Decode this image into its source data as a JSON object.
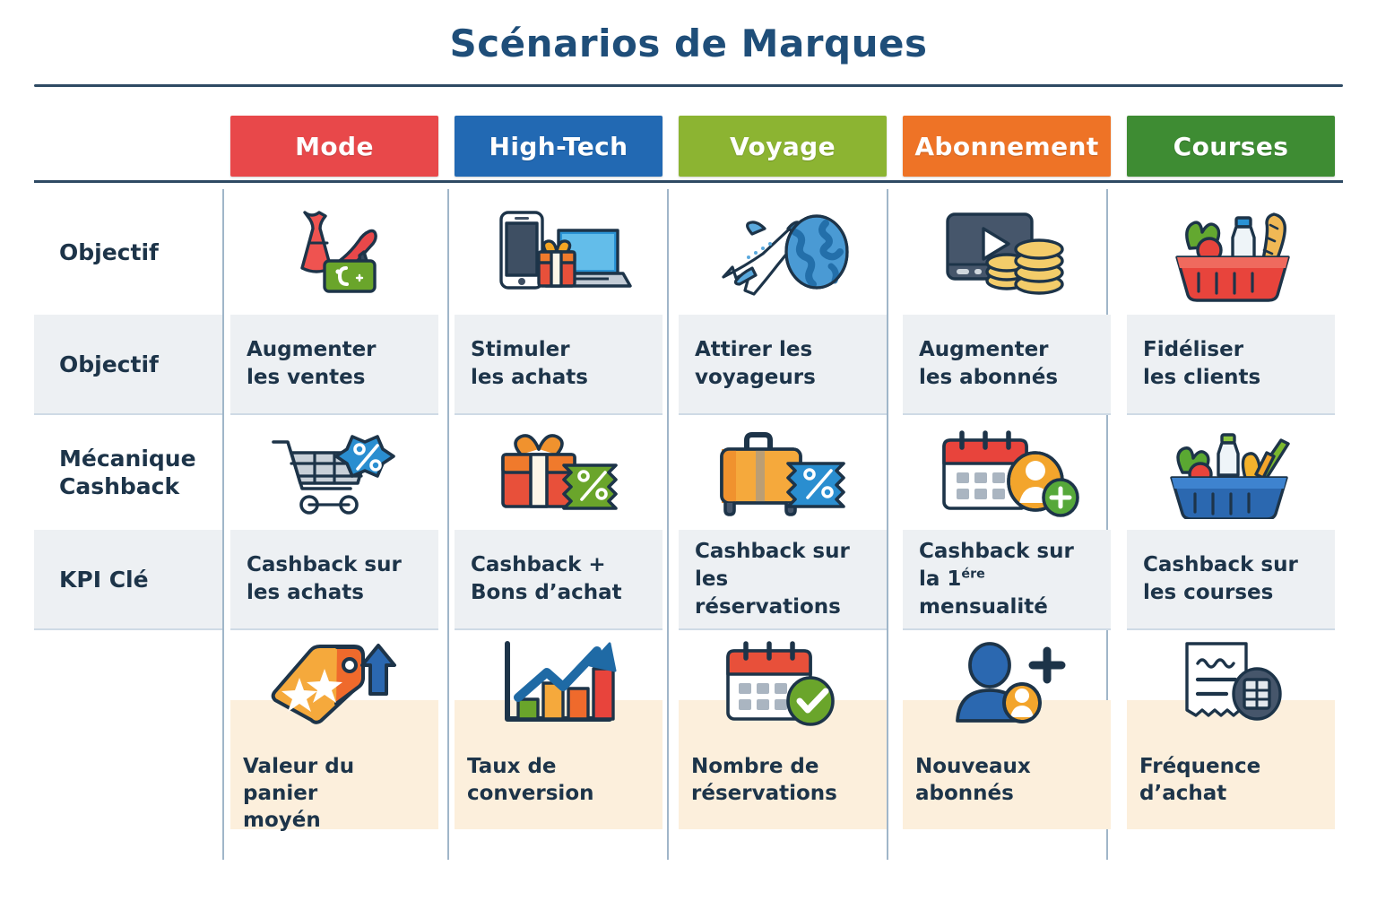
{
  "title": "Scénarios de Marques",
  "colors": {
    "title": "#1f4e79",
    "rule": "#2e4a63",
    "mode": "#E8484A",
    "high_tech": "#2269B3",
    "voyage": "#8CB432",
    "abonnement": "#EE7326",
    "courses": "#3E8C33",
    "shade": "#edf0f3",
    "cream": "#fcefdc",
    "divider": "#8fa9c0"
  },
  "columns": [
    {
      "label": "Mode",
      "color_key": "mode"
    },
    {
      "label": "High-Tech",
      "color_key": "high_tech"
    },
    {
      "label": "Voyage",
      "color_key": "voyage"
    },
    {
      "label": "Abonnement",
      "color_key": "abonnement"
    },
    {
      "label": "Courses",
      "color_key": "courses"
    }
  ],
  "rows": {
    "objectif_icons": {
      "label": "Objectif",
      "icons": [
        "dress-and-heel-icon",
        "phone-laptop-gift-icon",
        "airplane-globe-icon",
        "video-coins-icon",
        "grocery-basket-red-icon"
      ]
    },
    "objectif_text": {
      "label": "Objectif",
      "cells": [
        "Augmenter\nles ventes",
        "Stimuler\nles achats",
        "Attirer les\nvoyageurs",
        "Augmenter\nles abonnés",
        "Fidéliser\nles clients"
      ]
    },
    "mecanique_icons": {
      "label": "Mécanique\nCashback",
      "icons": [
        "cart-percent-icon",
        "gift-percent-icon",
        "suitcase-percent-icon",
        "calendar-user-plus-icon",
        "grocery-basket-blue-icon"
      ]
    },
    "kpi_text": {
      "label": "KPI Clé",
      "cells": [
        "Cashback sur\nles achats",
        "Cashback +\nBons d’achat",
        "Cashback sur\nles réservations",
        {
          "line1": "Cashback sur",
          "line2_pre": "la 1",
          "line2_sup": "ére",
          "line2_post": " mensualité"
        },
        "Cashback sur\nles courses"
      ]
    },
    "kpi_icons": {
      "label": "",
      "icons": [
        "price-tag-arrow-up-icon",
        "bar-chart-arrow-icon",
        "calendar-check-icon",
        "users-plus-icon",
        "receipt-calculator-icon"
      ],
      "captions": [
        "Valeur du panier\nmoyén",
        "Taux de conversion",
        "Nombre de réservations",
        "Nouveaux abonnés",
        "Fréquence d’achat"
      ]
    }
  }
}
